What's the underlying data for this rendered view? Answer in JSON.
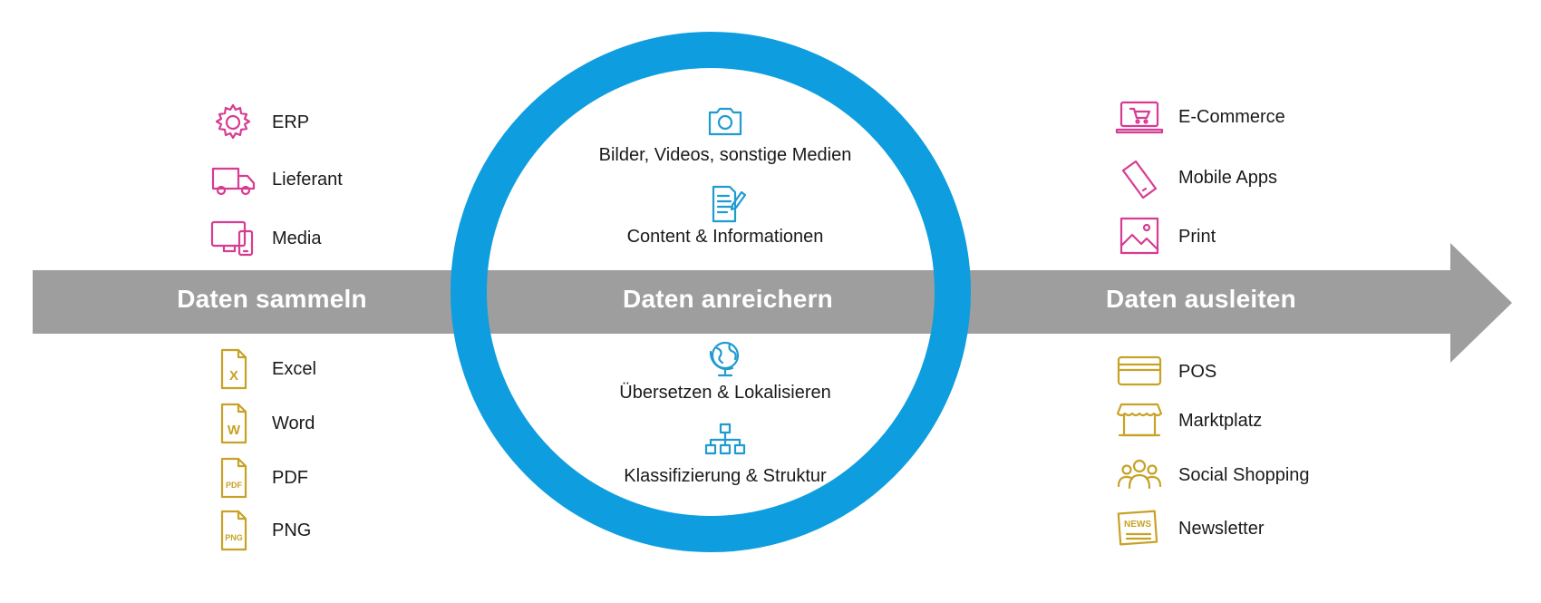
{
  "stages": {
    "collect": "Daten sammeln",
    "enrich": "Daten anreichern",
    "export": "Daten ausleiten"
  },
  "colors": {
    "arrow": "#9e9e9e",
    "ring": "#0e9ddf",
    "sources_top": "#d63c92",
    "sources_bottom": "#c7a226",
    "center_icons": "#1f9bd1"
  },
  "sources_top": [
    {
      "icon": "gear-icon",
      "label": "ERP"
    },
    {
      "icon": "truck-icon",
      "label": "Lieferant"
    },
    {
      "icon": "devices-icon",
      "label": "Media"
    }
  ],
  "sources_bottom": [
    {
      "icon": "excel-file-icon",
      "label": "Excel",
      "badge": "X"
    },
    {
      "icon": "word-file-icon",
      "label": "Word",
      "badge": "W"
    },
    {
      "icon": "pdf-file-icon",
      "label": "PDF",
      "badge": "PDF"
    },
    {
      "icon": "png-file-icon",
      "label": "PNG",
      "badge": "PNG"
    }
  ],
  "center": [
    {
      "icon": "camera-icon",
      "label": "Bilder, Videos, sonstige Medien"
    },
    {
      "icon": "document-edit-icon",
      "label": "Content & Informationen"
    },
    {
      "icon": "globe-icon",
      "label": "Übersetzen & Lokalisieren"
    },
    {
      "icon": "hierarchy-icon",
      "label": "Klassifizierung & Struktur"
    }
  ],
  "outputs_top": [
    {
      "icon": "laptop-cart-icon",
      "label": "E-Commerce"
    },
    {
      "icon": "smartphone-icon",
      "label": "Mobile Apps"
    },
    {
      "icon": "image-icon",
      "label": "Print"
    }
  ],
  "outputs_bottom": [
    {
      "icon": "credit-card-icon",
      "label": "POS"
    },
    {
      "icon": "storefront-icon",
      "label": "Marktplatz"
    },
    {
      "icon": "people-icon",
      "label": "Social Shopping"
    },
    {
      "icon": "newspaper-icon",
      "label": "Newsletter",
      "badge": "NEWS"
    }
  ]
}
